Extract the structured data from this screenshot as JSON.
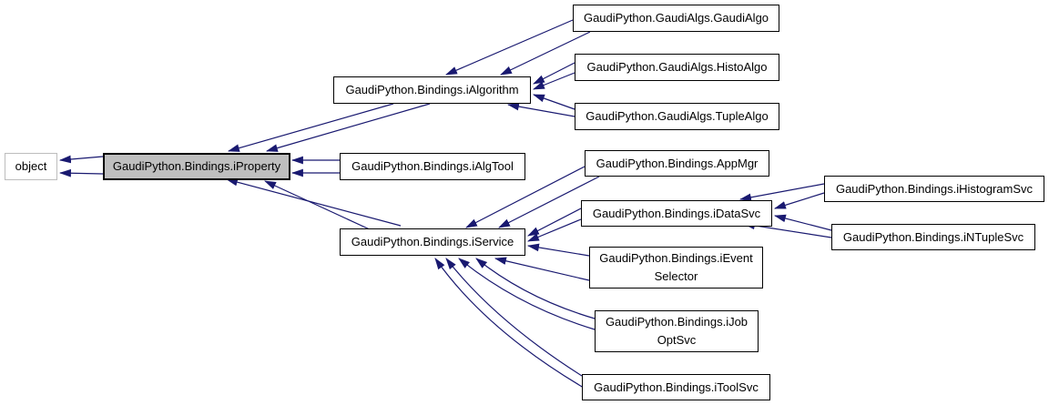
{
  "diagram_type": "class-inheritance-graph",
  "colors": {
    "edge": "#191970",
    "node_border": "#000000",
    "highlight_node_fill": "#bfbfbf",
    "external_node_border": "#bdbdbd",
    "background": "#ffffff"
  },
  "nodes": {
    "object": {
      "label": "object"
    },
    "iproperty": {
      "label": "GaudiPython.Bindings.iProperty"
    },
    "ialgorithm": {
      "label": "GaudiPython.Bindings.iAlgorithm"
    },
    "gaudialgo": {
      "label": "GaudiPython.GaudiAlgs.GaudiAlgo"
    },
    "histoalgo": {
      "label": "GaudiPython.GaudiAlgs.HistoAlgo"
    },
    "tuplealgo": {
      "label": "GaudiPython.GaudiAlgs.TupleAlgo"
    },
    "ialgtool": {
      "label": "GaudiPython.Bindings.iAlgTool"
    },
    "iservice": {
      "label": "GaudiPython.Bindings.iService"
    },
    "appmgr": {
      "label": "GaudiPython.Bindings.AppMgr"
    },
    "idatasvc": {
      "label": "GaudiPython.Bindings.iDataSvc"
    },
    "ihistogramsvc": {
      "label": "GaudiPython.Bindings.iHistogramSvc"
    },
    "intuplesvc": {
      "label": "GaudiPython.Bindings.iNTupleSvc"
    },
    "ieventselector": {
      "line1": "GaudiPython.Bindings.iEvent",
      "line2": "Selector"
    },
    "ijoboptsvc": {
      "line1": "GaudiPython.Bindings.iJob",
      "line2": "OptSvc"
    },
    "itoolsvc": {
      "label": "GaudiPython.Bindings.iToolSvc"
    }
  },
  "edges": [
    {
      "from": "iproperty",
      "to": "object"
    },
    {
      "from": "ialgorithm",
      "to": "iproperty"
    },
    {
      "from": "ialgtool",
      "to": "iproperty"
    },
    {
      "from": "iservice",
      "to": "iproperty"
    },
    {
      "from": "gaudialgo",
      "to": "ialgorithm"
    },
    {
      "from": "histoalgo",
      "to": "ialgorithm"
    },
    {
      "from": "tuplealgo",
      "to": "ialgorithm"
    },
    {
      "from": "appmgr",
      "to": "iservice"
    },
    {
      "from": "idatasvc",
      "to": "iservice"
    },
    {
      "from": "ieventselector",
      "to": "iservice"
    },
    {
      "from": "ijoboptsvc",
      "to": "iservice"
    },
    {
      "from": "itoolsvc",
      "to": "iservice"
    },
    {
      "from": "ihistogramsvc",
      "to": "idatasvc"
    },
    {
      "from": "intuplesvc",
      "to": "idatasvc"
    }
  ]
}
